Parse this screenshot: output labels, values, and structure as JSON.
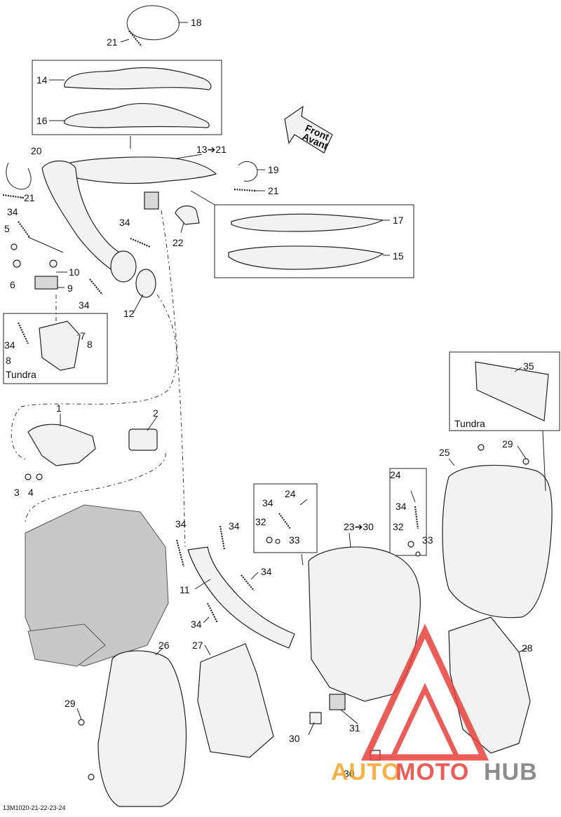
{
  "diagram": {
    "doc_id": "13M1020-21-22-23-24",
    "front_label_line1": "Front",
    "front_label_line2": "Avant",
    "variant_labels": [
      "Tundra",
      "Tundra"
    ],
    "callouts": {
      "c1": "1",
      "c2": "2",
      "c3": "3",
      "c4": "4",
      "c5": "5",
      "c6": "6",
      "c7": "7",
      "c8a": "8",
      "c8b": "8",
      "c9": "9",
      "c10": "10",
      "c11": "11",
      "c12": "12",
      "c13": "13➔21",
      "c14": "14",
      "c15": "15",
      "c16": "16",
      "c17": "17",
      "c18": "18",
      "c19": "19",
      "c20": "20",
      "c21a": "21",
      "c21b": "21",
      "c21c": "21",
      "c22": "22",
      "c23": "23➔30",
      "c24a": "24",
      "c24b": "24",
      "c25": "25",
      "c26": "26",
      "c27": "27",
      "c28": "28",
      "c29a": "29",
      "c29b": "29",
      "c30a": "30",
      "c30b": "30",
      "c31": "31",
      "c32a": "32",
      "c32b": "32",
      "c33a": "33",
      "c33b": "33",
      "c34a": "34",
      "c34b": "34",
      "c34c": "34",
      "c34d": "34",
      "c34e": "34",
      "c34f": "34",
      "c34g": "34",
      "c34h": "34",
      "c34i": "34",
      "c34j": "34",
      "c35": "35"
    }
  },
  "watermark": {
    "word_part1": "AUTO",
    "word_part2": "MOTO",
    "word_part3": "HUB",
    "color_orange": "#f5a623",
    "color_red": "#e8413c",
    "color_gray": "#7a7a7a"
  }
}
